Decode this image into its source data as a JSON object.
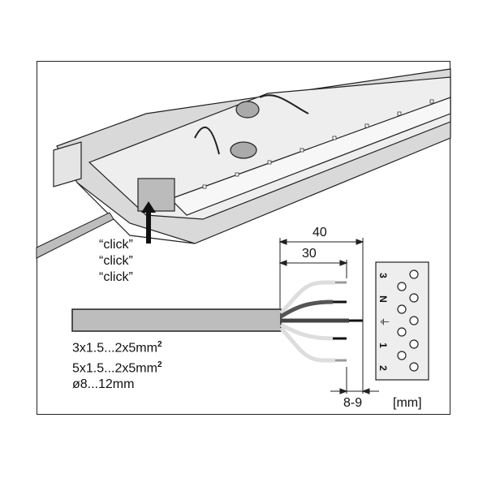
{
  "click_labels": [
    "“click”",
    "“click”",
    "“click”"
  ],
  "dimensions": {
    "strip_total": "40",
    "strip_sheath": "30",
    "strip_conductor": "8-9",
    "unit": "[mm]"
  },
  "cable_specs": [
    "3x1.5...2x5mm",
    "5x1.5...2x5mm",
    "ø8...12mm"
  ],
  "cable_spec_superscripts": [
    "2",
    "2"
  ],
  "terminal_labels": [
    "3",
    "N",
    "⏚",
    "1",
    "2"
  ],
  "colors": {
    "line": "#222222",
    "cable": "#bdbdbd",
    "fixture": "#d9d9d9"
  }
}
